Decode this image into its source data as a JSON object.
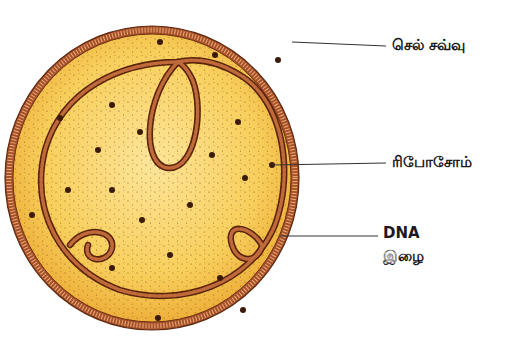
{
  "diagram": {
    "labels": [
      "செல் சவ்வு",
      "ரிபோசோம்",
      "DNA இழை"
    ]
  }
}
